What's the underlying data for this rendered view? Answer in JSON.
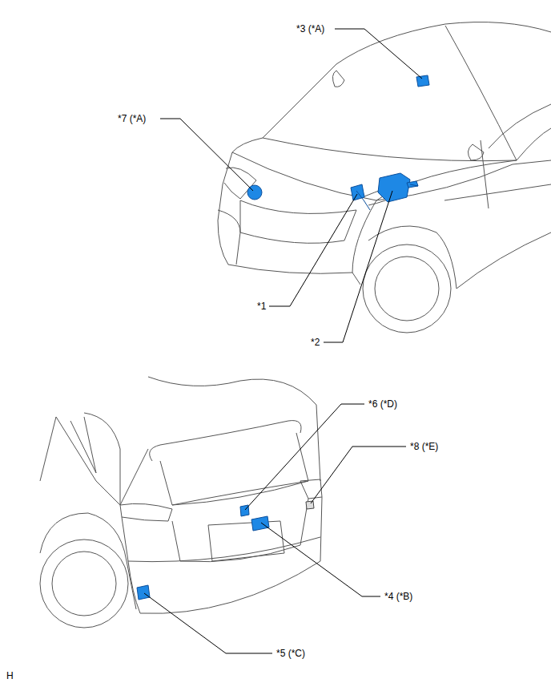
{
  "diagram": {
    "labels": [
      "*3 (*A)",
      "*7 (*A)",
      "*1",
      "*2",
      "*6 (*D)",
      "*8 (*E)",
      "*4 (*B)",
      "*5 (*C)",
      "H"
    ]
  }
}
